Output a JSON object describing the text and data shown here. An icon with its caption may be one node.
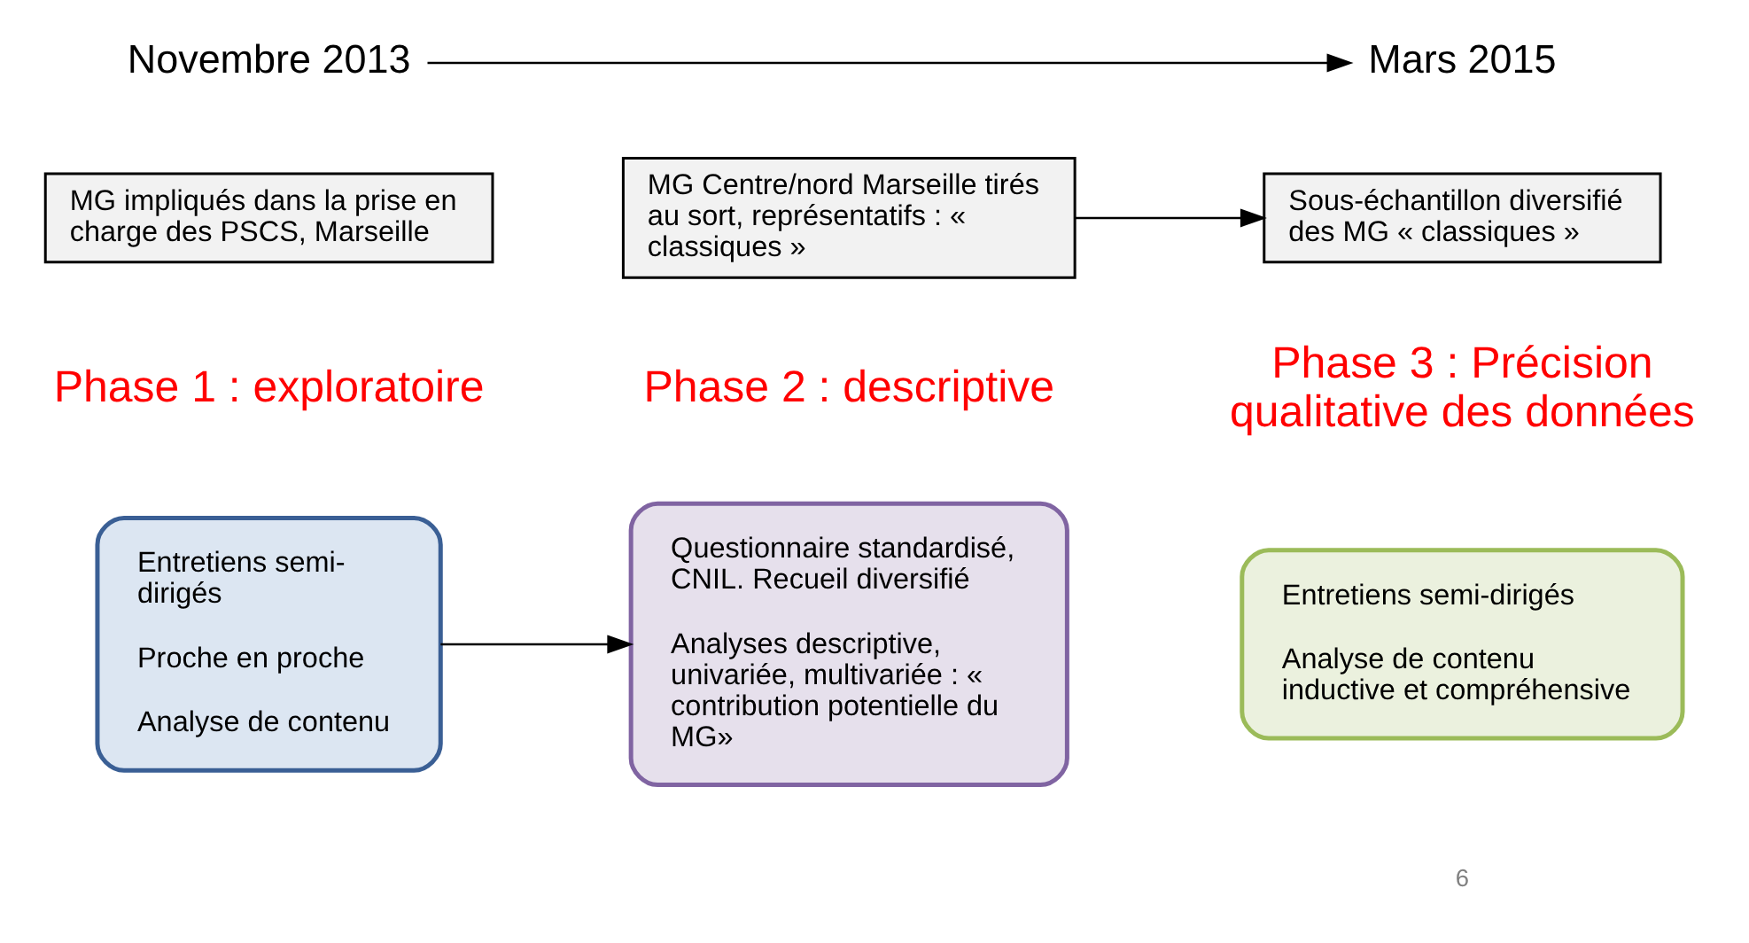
{
  "diagram": {
    "nodes": [
      {
        "text": [
          "Novembre 2013"
        ]
      },
      {
        "text": [
          "Mars 2015"
        ]
      },
      {
        "text": [
          "MG impliqués dans la prise en charge des PSCS, Marseille"
        ]
      },
      {
        "text": [
          "MG Centre/nord Marseille tirés au sort, représentatifs : « classiques »"
        ]
      },
      {
        "text": [
          "Sous-échantillon diversifié des MG « classiques »"
        ]
      },
      {
        "text": [
          "Entretiens semi-dirigés",
          "Proche en proche",
          "Analyse de contenu"
        ]
      },
      {
        "text": [
          "Questionnaire standardisé, CNIL. Recueil diversifié",
          "Analyses descriptive, univariée, multivariée : « contribution potentielle du MG»"
        ]
      },
      {
        "text": [
          "Entretiens semi-dirigés",
          "Analyse de contenu inductive et compréhensive"
        ]
      }
    ],
    "edges": [
      {
        "from": 0,
        "to": 1,
        "arrow": "to"
      },
      {
        "from": 3,
        "to": 4,
        "arrow": "to"
      },
      {
        "from": 5,
        "to": 6,
        "arrow": "to"
      }
    ],
    "labels": [
      "Phase 1 : exploratoire",
      "Phase 2 : descriptive",
      "Phase 3 : Précision qualitative des données",
      "6"
    ]
  }
}
